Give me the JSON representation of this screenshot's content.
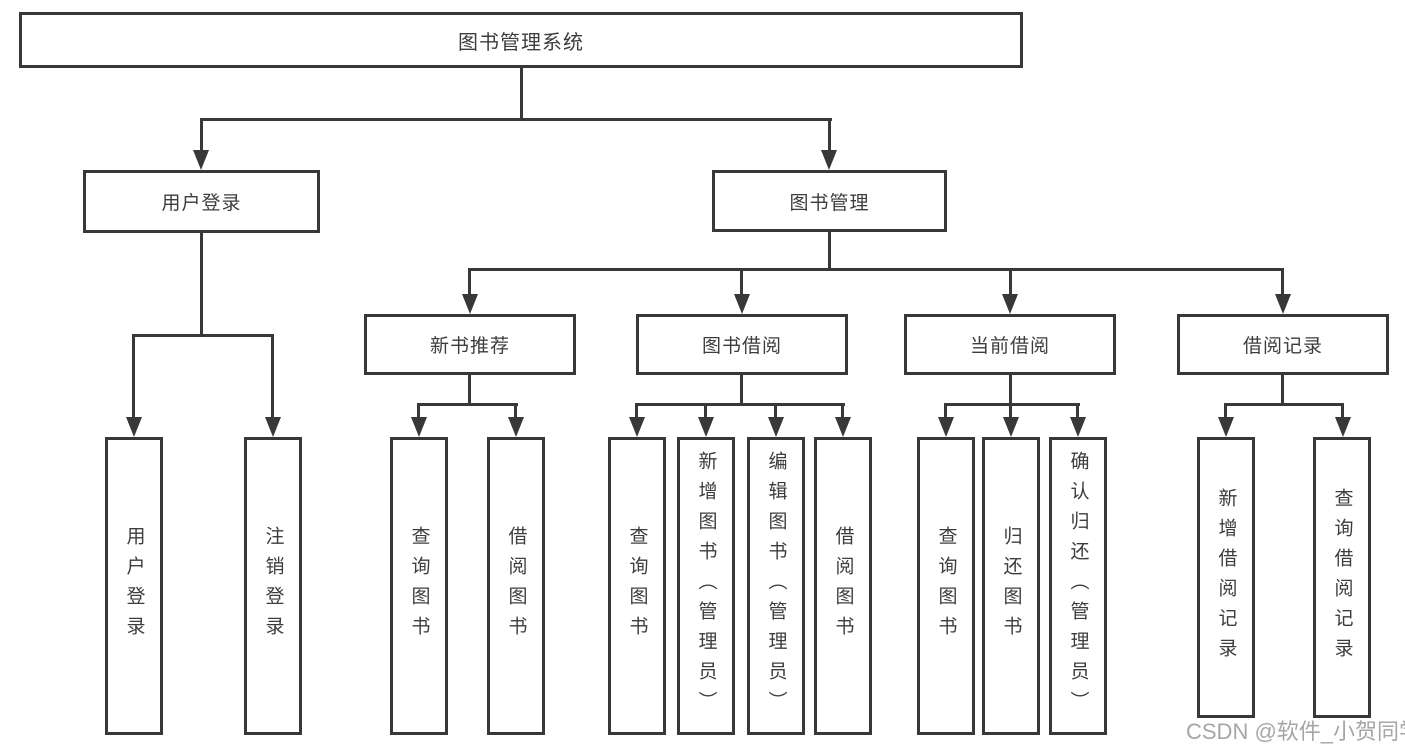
{
  "chart": {
    "type": "org-tree-diagram",
    "root": {
      "label": "图书管理系统"
    },
    "branches": [
      {
        "label": "用户登录",
        "children": [
          {
            "label": "用户登录"
          },
          {
            "label": "注销登录"
          }
        ]
      },
      {
        "label": "图书管理",
        "children": [
          {
            "label": "新书推荐",
            "children": [
              {
                "label": "查询图书"
              },
              {
                "label": "借阅图书"
              }
            ]
          },
          {
            "label": "图书借阅",
            "children": [
              {
                "label": "查询图书"
              },
              {
                "label": "新增图书（管理员）"
              },
              {
                "label": "编辑图书（管理员）"
              },
              {
                "label": "借阅图书"
              }
            ]
          },
          {
            "label": "当前借阅",
            "children": [
              {
                "label": "查询图书"
              },
              {
                "label": "归还图书"
              },
              {
                "label": "确认归还（管理员）"
              }
            ]
          },
          {
            "label": "借阅记录",
            "children": [
              {
                "label": "新增借阅记录"
              },
              {
                "label": "查询借阅记录"
              }
            ]
          }
        ]
      }
    ]
  },
  "watermark": {
    "text": "CSDN @软件_小贺同学"
  },
  "colors": {
    "background": "#ffffff",
    "box_border": "#383838",
    "connector": "#383838",
    "text": "#3d3d3d",
    "watermark_text": "#a6a6a6"
  }
}
